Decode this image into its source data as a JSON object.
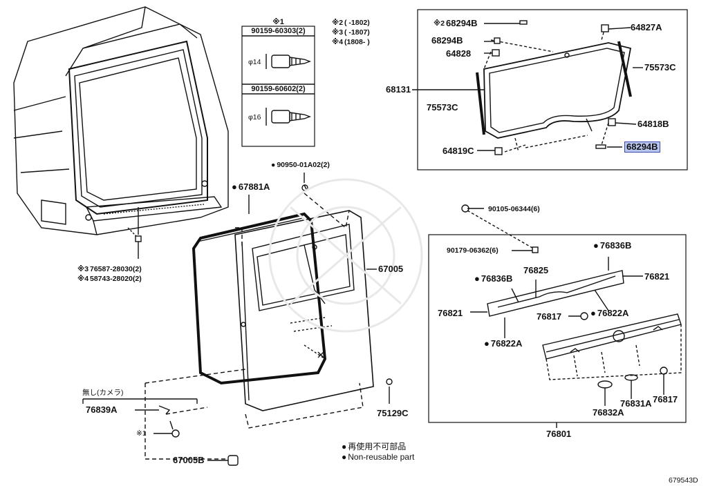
{
  "labels": {
    "p68294B_top": "68294B",
    "p64827A": "64827A",
    "p68294B_left": "68294B",
    "p64828": "64828",
    "p75573C_right": "75573C",
    "p68131": "68131",
    "p75573C_left": "75573C",
    "p64818B": "64818B",
    "p64819C": "64819C",
    "p68294B_hl": "68294B",
    "p90950": "90950-01A02(2)",
    "p67881A": "67881A",
    "p67005": "67005",
    "p76587": "76587-28030(2)",
    "p58743": "58743-28020(2)",
    "p90105": "90105-06344(6)",
    "p90179": "90179-06362(6)",
    "p76836B_top": "76836B",
    "p76825": "76825",
    "p76821_right": "76821",
    "p76836B_left": "76836B",
    "p76821_left": "76821",
    "p76817_mid": "76817",
    "p76822A_right": "76822A",
    "p76822A_left": "76822A",
    "p75129C": "75129C",
    "p76839A": "76839A",
    "p67005B": "67005B",
    "p76832A": "76832A",
    "p76831A": "76831A",
    "p76817_bot": "76817",
    "p76801": "76801"
  },
  "marks": {
    "m2": "※2",
    "m3": "※3",
    "m4": "※4",
    "m1": "※1",
    "m1_box": "※1"
  },
  "notes": {
    "n2": "(      -1802)",
    "n3": "(      -1807)",
    "n4": "(1808-      )",
    "camera": "無し(カメラ)"
  },
  "clip_box": {
    "row1": "90159-60303(2)",
    "dia1": "φ14",
    "row2": "90159-60602(2)",
    "dia2": "φ16"
  },
  "legend": {
    "jp": "再使用不可部品",
    "en": "Non-reusable part"
  },
  "diagram_id": "679543D"
}
